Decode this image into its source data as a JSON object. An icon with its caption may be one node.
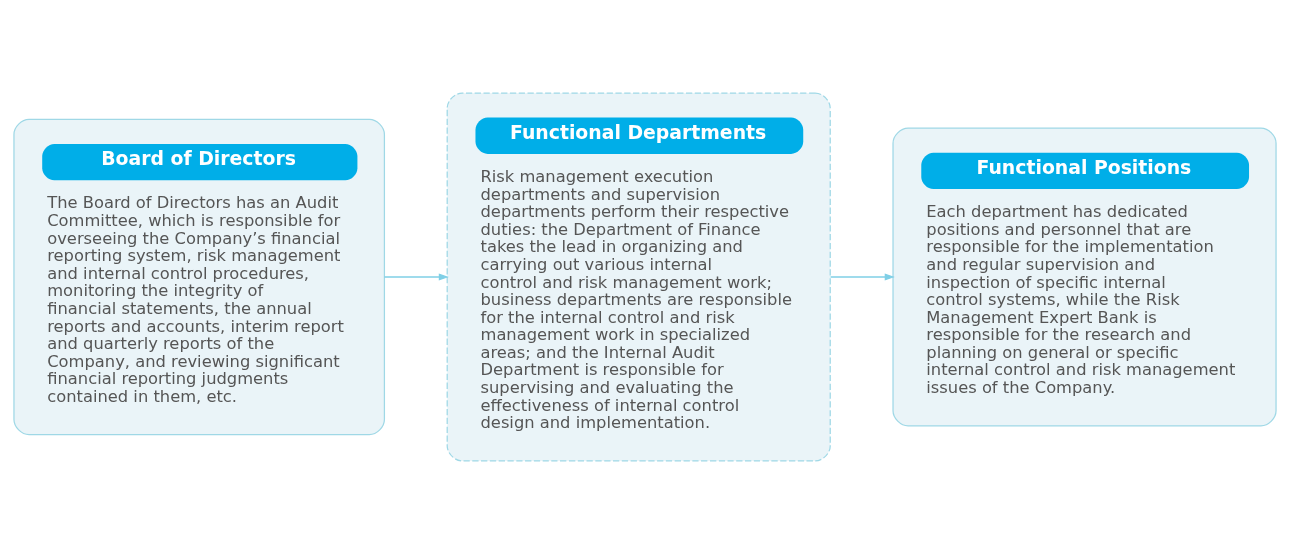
{
  "diagram": {
    "nodes": [
      {
        "text": [
          "Board of Directors",
          "The Board of Directors has an Audit Committee, which is responsible for overseeing the Company’s financial reporting system, risk management and internal control procedures, monitoring the integrity of financial statements, the annual reports and accounts, interim report and quarterly reports of the Company, and reviewing significant financial reporting judgments contained in them, etc."
        ]
      },
      {
        "text": [
          "Functional Departments",
          "Risk management execution departments and supervision departments perform their respective duties: the Department of Finance takes the lead in organizing and carrying out various internal control and risk management work; business departments are responsible for the internal control and risk management work in specialized areas; and the Internal Audit Department is responsible for supervising and evaluating the effectiveness of internal control design and implementation."
        ]
      },
      {
        "text": [
          "Functional Positions",
          "Each department has dedicated positions and personnel that are responsible for the implementation and regular supervision and inspection of specific internal control systems, while the Risk Management Expert Bank is responsible for the research and planning on general or specific internal control and risk management issues of the Company."
        ]
      }
    ],
    "edges": [
      {
        "from": 0,
        "to": 1,
        "arrow": "to"
      },
      {
        "from": 1,
        "to": 2,
        "arrow": "to"
      }
    ]
  }
}
